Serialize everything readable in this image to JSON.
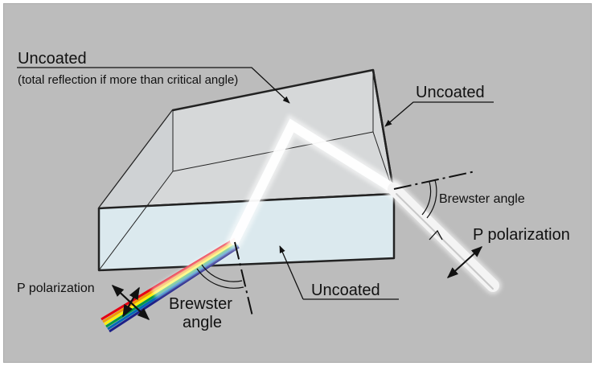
{
  "labels": {
    "top_uncoated": "Uncoated",
    "top_note": "(total reflection if more than critical angle)",
    "right_uncoated": "Uncoated",
    "brewster_right": "Brewster angle",
    "p_polarization_right": "P polarization",
    "bottom_uncoated": "Uncoated",
    "p_polarization_left": "P polarization",
    "brewster_left_line1": "Brewster",
    "brewster_left_line2": "angle"
  },
  "colors": {
    "background": "#bcbcbc",
    "prism_top": "#d6d8d9",
    "prism_front": "#dbe9ee",
    "prism_left": "#cfd2d4",
    "beam": "#ffffff",
    "spectrum": [
      "#e60012",
      "#f39800",
      "#fff100",
      "#009944",
      "#0068b7",
      "#1d2088",
      "#920783"
    ]
  }
}
